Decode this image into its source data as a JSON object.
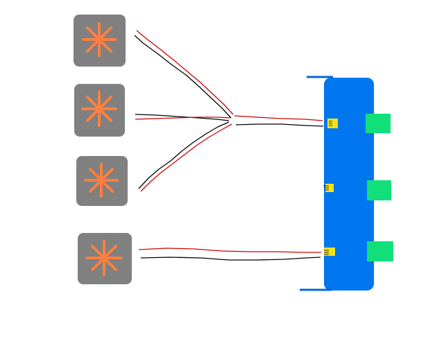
{
  "colors": {
    "background": "#ffffff",
    "device_box": "#808080",
    "asterisk": "#ff7f3f",
    "wire_red": "#cc0000",
    "wire_black": "#000000",
    "panel": "#0077ee",
    "panel_rail": "#0066dd",
    "connector": "#f5e21b",
    "port": "#11e07a"
  },
  "icons": {
    "device": "asterisk-icon"
  },
  "devices": [
    {
      "id": "device-1",
      "icon": "asterisk-icon"
    },
    {
      "id": "device-2",
      "icon": "asterisk-icon"
    },
    {
      "id": "device-3",
      "icon": "asterisk-icon"
    },
    {
      "id": "device-4",
      "icon": "asterisk-icon"
    }
  ],
  "panel": {
    "connectors": 3,
    "ports": 3
  },
  "wires": {
    "merged_bundle_devices": 3,
    "separate_run_devices": 1
  }
}
